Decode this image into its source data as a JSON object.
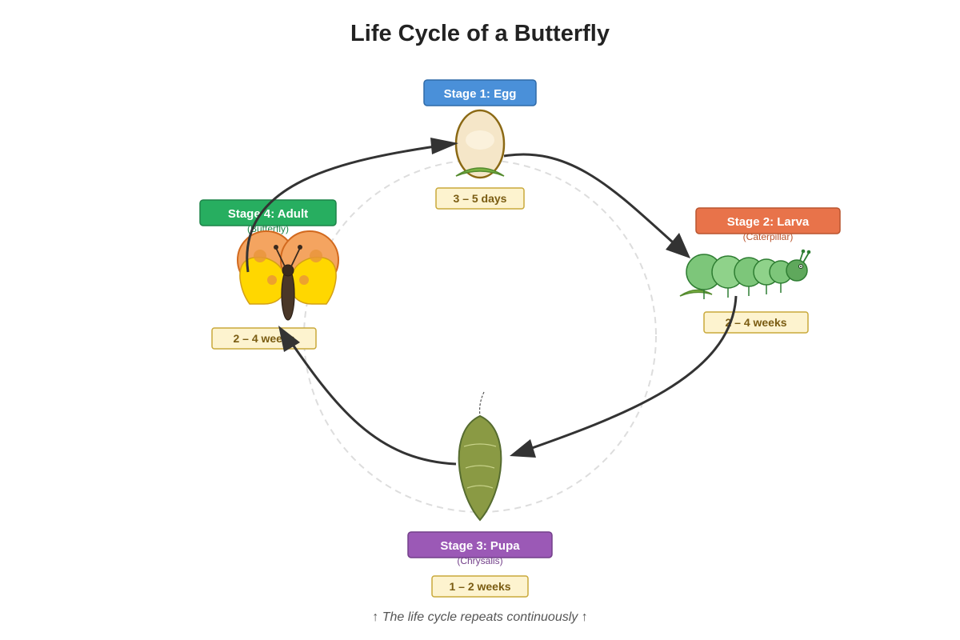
{
  "title": "Life Cycle of a Butterfly",
  "stages": [
    {
      "label": "Stage 1: Egg",
      "sublabel": "",
      "duration": "3 – 5 days",
      "color": "#4a90d9",
      "border": "#2f6aa8"
    },
    {
      "label": "Stage 2: Larva",
      "sublabel": "(Caterpillar)",
      "duration": "2 – 4 weeks",
      "color": "#e8734a",
      "border": "#b9552f"
    },
    {
      "label": "Stage 3: Pupa",
      "sublabel": "(Chrysalis)",
      "duration": "1 – 2 weeks",
      "color": "#9b59b6",
      "border": "#73408a"
    },
    {
      "label": "Stage 4: Adult",
      "sublabel": "(Butterfly)",
      "duration": "2 – 4 weeks",
      "color": "#27ae60",
      "border": "#1d8448"
    }
  ],
  "footer": "↑ The life cycle repeats continuously ↑",
  "colors": {
    "duration_fill": "#fdf3cf",
    "duration_border": "#c9a93a",
    "arrow": "#333333",
    "cycle_ring": "#dddddd"
  },
  "icons": [
    "egg-icon",
    "caterpillar-icon",
    "chrysalis-icon",
    "butterfly-icon"
  ]
}
